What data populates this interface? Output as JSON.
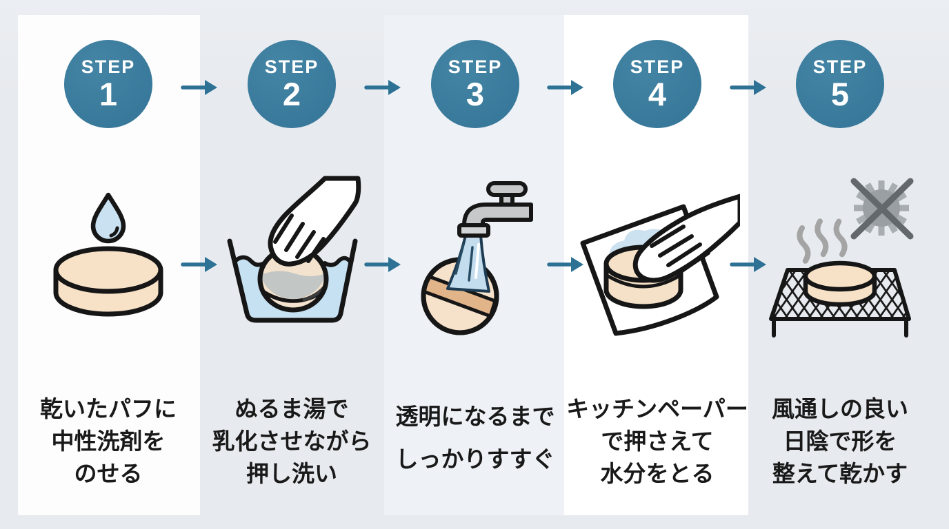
{
  "palette": {
    "background_gray": "#e8ebee",
    "band_white": "#fdfdfd",
    "band_blue_white": "#eef2f6",
    "badge_teal": "#3a7c9d",
    "arrow_teal": "#2d7295",
    "text_dark": "#191919",
    "outline_black": "#161616",
    "puff_cream": "#f7e2c8",
    "water_blue": "#c6e1f2",
    "stream_blue": "#c3ddef",
    "sponge_wet_gray": "#c2c6c4",
    "puff_band_tan": "#e2b489",
    "faucet_gray": "#c6c8ca",
    "sun_gray": "#9a9fa3",
    "steam_gray": "#a4a4a4"
  },
  "arrow": {
    "direction": "right",
    "color": "#2d7295"
  },
  "steps": [
    {
      "badge_label": "STEP",
      "number": "1",
      "illustration": "detergent-drop-on-dry-puff-icon",
      "caption_lines": [
        "乾いたパフに",
        "中性洗剤を",
        "のせる"
      ]
    },
    {
      "badge_label": "STEP",
      "number": "2",
      "illustration": "hand-press-washing-puff-in-basin-icon",
      "caption_lines": [
        "ぬるま湯で",
        "乳化させながら",
        "押し洗い"
      ]
    },
    {
      "badge_label": "STEP",
      "number": "3",
      "illustration": "rinsing-puff-under-faucet-icon",
      "caption_lines": [
        "透明になるまで",
        "しっかりすすぐ"
      ]
    },
    {
      "badge_label": "STEP",
      "number": "4",
      "illustration": "pressing-puff-with-kitchen-paper-icon",
      "caption_lines": [
        "キッチンペーパー",
        "で押さえて",
        "水分をとる"
      ]
    },
    {
      "badge_label": "STEP",
      "number": "5",
      "illustration": "drying-puff-on-rack-no-sunlight-icon",
      "caption_lines": [
        "風通しの良い",
        "日陰で形を",
        "整えて乾かす"
      ]
    }
  ]
}
